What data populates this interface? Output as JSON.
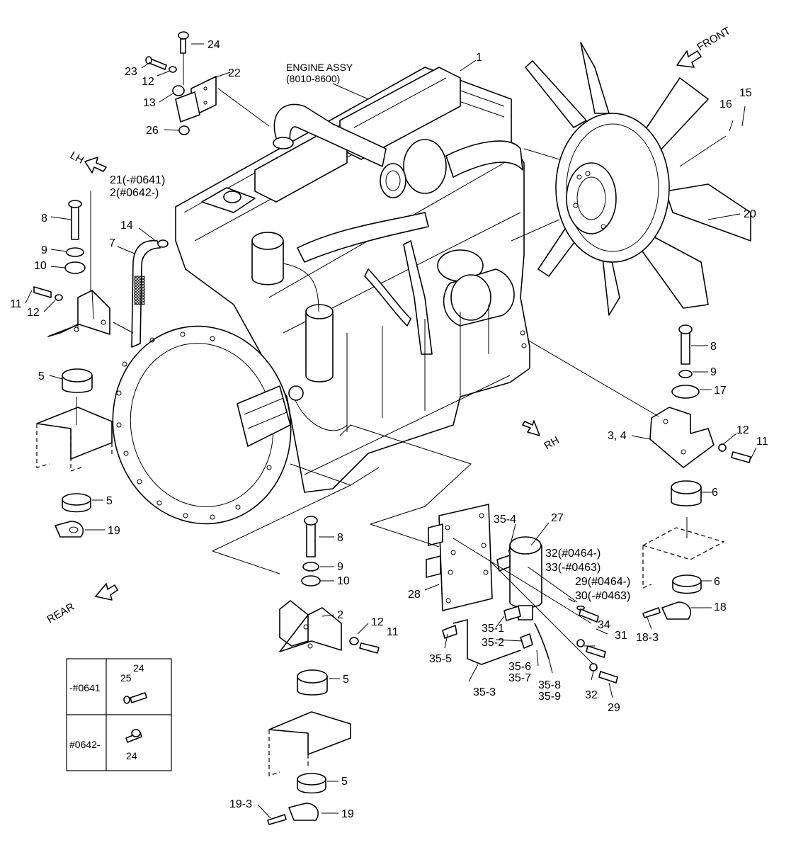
{
  "engine": {
    "title": "ENGINE ASSY",
    "range": "(8010-8600)"
  },
  "directions": {
    "front": "FRONT",
    "lh": "LH",
    "rh": "RH",
    "rear": "REAR"
  },
  "callouts": {
    "c1": "1",
    "c2a": "21(-#0641)",
    "c2b": "2(#0642-)",
    "c2": "2",
    "c5a": "5",
    "c5b": "5",
    "c5c": "5",
    "c5d": "5",
    "c6a": "6",
    "c6b": "6",
    "c7": "7",
    "c8a": "8",
    "c8b": "8",
    "c8c": "8",
    "c9a": "9",
    "c9b": "9",
    "c9c": "9",
    "c10a": "10",
    "c10b": "10",
    "c11a": "11",
    "c11b": "11",
    "c11c": "11",
    "c12a": "12",
    "c12b": "12",
    "c12c": "12",
    "c12d": "12",
    "c13": "13",
    "c14": "14",
    "c15": "15",
    "c16": "16",
    "c17": "17",
    "c18": "18",
    "c18_3": "18-3",
    "c19a": "19",
    "c19b": "19",
    "c19_3": "19-3",
    "c20": "20",
    "c22": "22",
    "c23": "23",
    "c24": "24",
    "c26": "26",
    "c27": "27",
    "c28": "28",
    "c29": "29",
    "c29b": "29(#0464-)",
    "c30": "30(-#0463)",
    "c31": "31",
    "c32": "32",
    "c32b": "32(#0464-)",
    "c33": "33(-#0463)",
    "c34": "34",
    "c34_": "3, 4",
    "c35_1": "35-1",
    "c35_2": "35-2",
    "c35_3": "35-3",
    "c35_4": "35-4",
    "c35_5": "35-5",
    "c35_6": "35-6",
    "c35_7": "35-7",
    "c35_8": "35-8",
    "c35_9": "35-9"
  },
  "inset": {
    "row1_label": "-#0641",
    "row1_parts_a": "24",
    "row1_parts_b": "25",
    "row2_label": "#0642-",
    "row2_parts": "24"
  }
}
